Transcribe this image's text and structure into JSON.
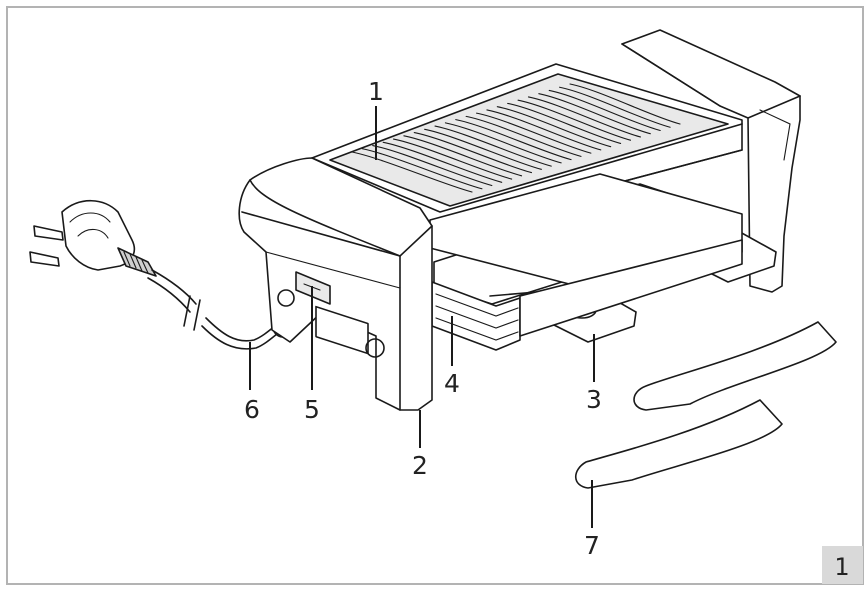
{
  "figure": {
    "number": "1",
    "colors": {
      "frame": "#b3b3b3",
      "figure_badge": "#d9d9d9",
      "line": "#1a1a1a"
    }
  },
  "callouts": [
    {
      "id": "1",
      "label": "1"
    },
    {
      "id": "2",
      "label": "2"
    },
    {
      "id": "3",
      "label": "3"
    },
    {
      "id": "4",
      "label": "4"
    },
    {
      "id": "5",
      "label": "5"
    },
    {
      "id": "6",
      "label": "6"
    },
    {
      "id": "7",
      "label": "7"
    }
  ]
}
